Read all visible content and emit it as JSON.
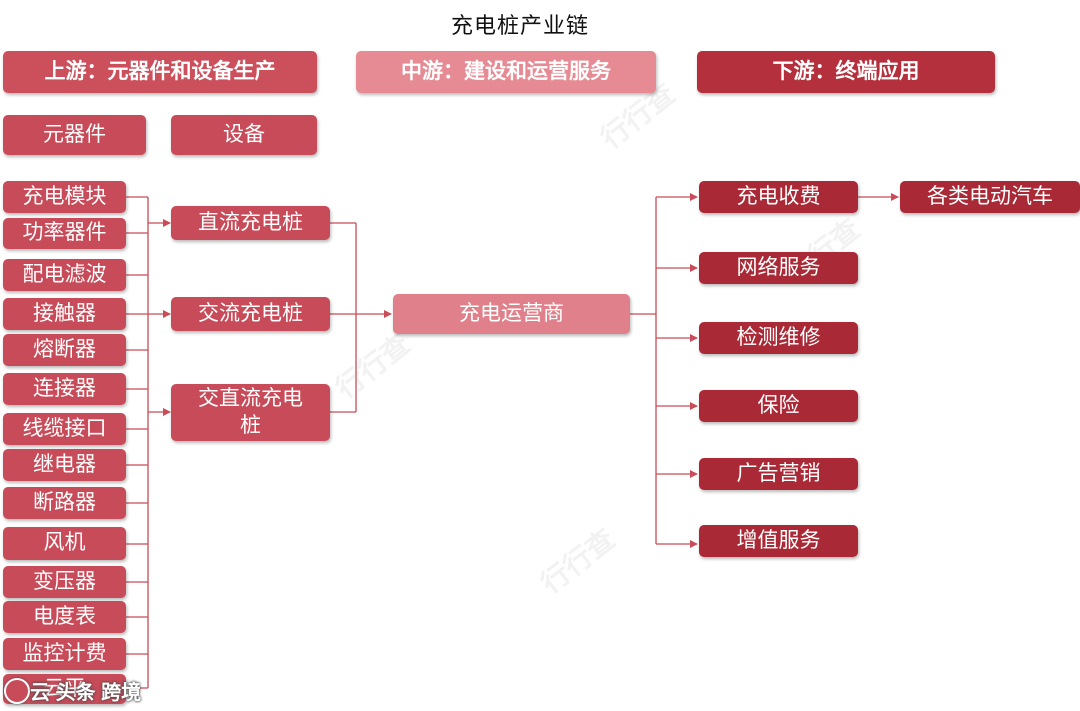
{
  "title": "充电桩产业链",
  "headers": {
    "upstream": "上游：元器件和设备生产",
    "midstream": "中游：建设和运营服务",
    "downstream": "下游：终端应用"
  },
  "categories": {
    "components": "元器件",
    "equipment": "设备"
  },
  "components": [
    "充电模块",
    "功率器件",
    "配电滤波",
    "接触器",
    "熔断器",
    "连接器",
    "线缆接口",
    "继电器",
    "断路器",
    "风机",
    "变压器",
    "电度表",
    "监控计费",
    "云平"
  ],
  "pile_types": [
    "直流充电桩",
    "交流充电桩",
    "交直流充电桩"
  ],
  "operator": "充电运营商",
  "services": [
    "充电收费",
    "网络服务",
    "检测维修",
    "保险",
    "广告营销",
    "增值服务"
  ],
  "end_user": "各类电动汽车",
  "watermark_text": "行行查",
  "logo_text": "云 头条 跨境",
  "colors": {
    "upstream_header": "#cc4f5c",
    "midstream_header": "#e68a93",
    "downstream_header": "#b5303d",
    "box": "#c74b58",
    "operator": "#e0808a",
    "service": "#a92a36",
    "connector": "#c94c58"
  }
}
